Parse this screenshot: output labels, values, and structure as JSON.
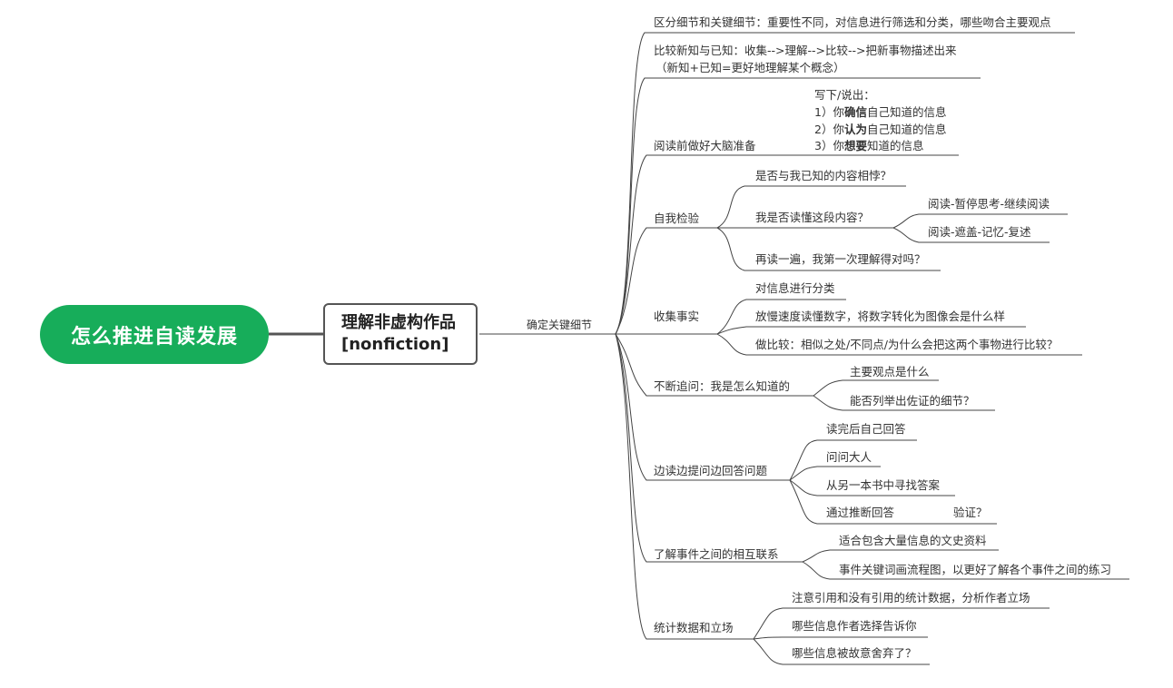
{
  "root": {
    "label": "怎么推进自读发展"
  },
  "main": {
    "line1": "理解非虚构作品",
    "line2": "[nonfiction]"
  },
  "connector": {
    "label": "确定关键细节"
  },
  "branches": {
    "b1": {
      "label": "区分细节和关键细节：重要性不同，对信息进行筛选和分类，哪些吻合主要观点"
    },
    "b2": {
      "line1": "比较新知与已知：收集-->理解-->比较-->把新事物描述出来",
      "line2": "（新知+已知=更好地理解某个概念）"
    },
    "b3": {
      "label": "阅读前做好大脑准备",
      "note_title": "写下/说出：",
      "items": [
        {
          "pre": "1）你",
          "bold": "确信",
          "post": "自己知道的信息"
        },
        {
          "pre": "2）你",
          "bold": "认为",
          "post": "自己知道的信息"
        },
        {
          "pre": "3）你",
          "bold": "想要",
          "post": "知道的信息"
        }
      ]
    },
    "b4": {
      "label": "自我检验",
      "c1": "是否与我已知的内容相悖？",
      "c2": "我是否读懂这段内容？",
      "c2a": "阅读-暂停思考-继续阅读",
      "c2b": "阅读-遮盖-记忆-复述",
      "c3": "再读一遍，我第一次理解得对吗？"
    },
    "b5": {
      "label": "收集事实",
      "c1": "对信息进行分类",
      "c2": "放慢速度读懂数字，将数字转化为图像会是什么样",
      "c3": "做比较：相似之处/不同点/为什么会把这两个事物进行比较？"
    },
    "b6": {
      "label": "不断追问：我是怎么知道的",
      "c1": "主要观点是什么",
      "c2": "能否列举出佐证的细节？"
    },
    "b7": {
      "label": "边读边提问边回答问题",
      "c1": "读完后自己回答",
      "c2": "问问大人",
      "c3": "从另一本书中寻找答案",
      "c4": "通过推断回答",
      "c4a": "验证？"
    },
    "b8": {
      "label": "了解事件之间的相互联系",
      "c1": "适合包含大量信息的文史资料",
      "c2": "事件关键词画流程图，以更好了解各个事件之间的练习"
    },
    "b9": {
      "label": "统计数据和立场",
      "c1": "注意引用和没有引用的统计数据，分析作者立场",
      "c2": "哪些信息作者选择告诉你",
      "c3": "哪些信息被故意舍弃了？"
    }
  }
}
